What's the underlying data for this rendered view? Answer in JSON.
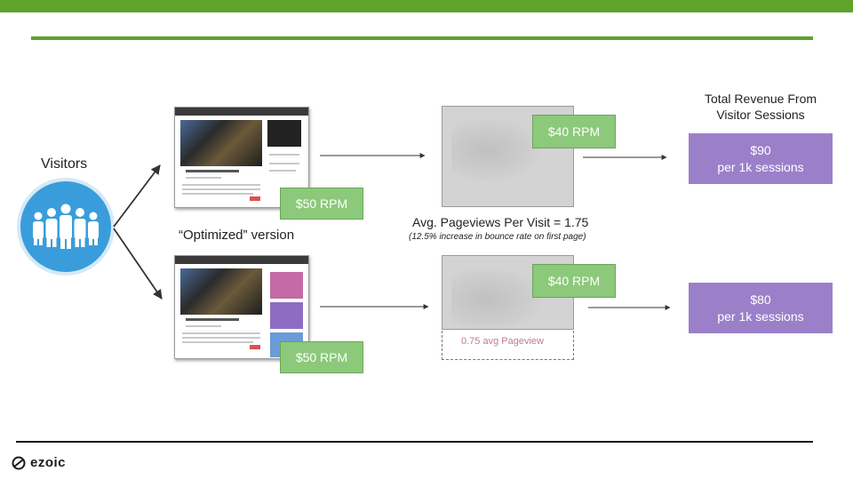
{
  "visitors": {
    "label": "Visitors",
    "icon": "people-group-icon"
  },
  "rev_title": "Total Revenue From Visitor Sessions",
  "optimized_label": "“Optimized” version",
  "top_row": {
    "first_page_rpm": "$50 RPM",
    "second_page_rpm": "$40 RPM",
    "revenue_value": "$90",
    "revenue_unit": "per 1k sessions"
  },
  "middle": {
    "pageviews": "Avg. Pageviews Per Visit = 1.75",
    "bounce": "(12.5% increase in bounce rate on first page)"
  },
  "bottom_row": {
    "first_page_rpm": "$50 RPM",
    "second_page_rpm": "$40 RPM",
    "partial_pageview": "0.75 avg Pageview",
    "revenue_value": "$80",
    "revenue_unit": "per 1k sessions"
  },
  "logo": {
    "text": "ezoic",
    "icon": "ezoic-logo-icon"
  },
  "colors": {
    "green": "#5ea32b",
    "rpm_green": "#8cc97a",
    "purple": "#9b80c9",
    "blue": "#3a9ddb",
    "pink_ad": "#c46aa6",
    "purple_ad": "#8e6cc4",
    "blue_ad": "#6b9bd6"
  }
}
